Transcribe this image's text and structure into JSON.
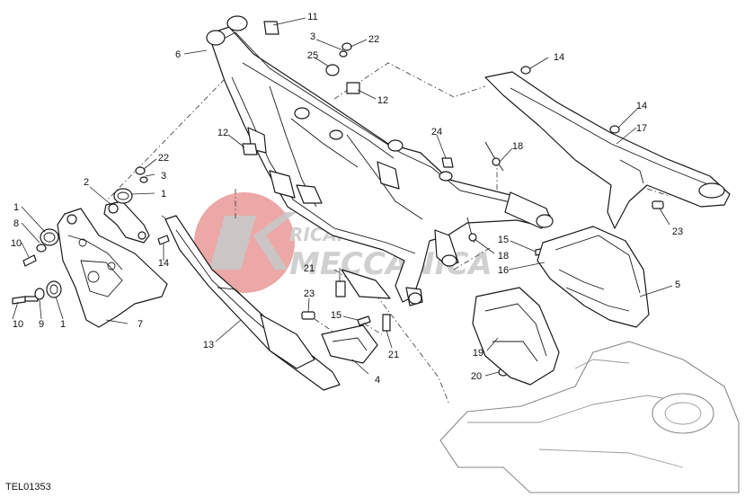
{
  "drawing_code": "TEL01353",
  "watermark": {
    "line1": "RICAMBI",
    "line2": "MECCANICA",
    "circle_color": "#e07070",
    "text_color": "#bdbdbd"
  },
  "callouts": [
    {
      "id": "c1a",
      "text": "1"
    },
    {
      "id": "c1b",
      "text": "1"
    },
    {
      "id": "c1c",
      "text": "1"
    },
    {
      "id": "c2",
      "text": "2"
    },
    {
      "id": "c3a",
      "text": "3"
    },
    {
      "id": "c3b",
      "text": "3"
    },
    {
      "id": "c4",
      "text": "4"
    },
    {
      "id": "c5",
      "text": "5"
    },
    {
      "id": "c6",
      "text": "6"
    },
    {
      "id": "c7",
      "text": "7"
    },
    {
      "id": "c8",
      "text": "8"
    },
    {
      "id": "c9",
      "text": "9"
    },
    {
      "id": "c10a",
      "text": "10"
    },
    {
      "id": "c10b",
      "text": "10"
    },
    {
      "id": "c11",
      "text": "11"
    },
    {
      "id": "c12a",
      "text": "12"
    },
    {
      "id": "c12b",
      "text": "12"
    },
    {
      "id": "c13",
      "text": "13"
    },
    {
      "id": "c14a",
      "text": "14"
    },
    {
      "id": "c14b",
      "text": "14"
    },
    {
      "id": "c14c",
      "text": "14"
    },
    {
      "id": "c15a",
      "text": "15"
    },
    {
      "id": "c15b",
      "text": "15"
    },
    {
      "id": "c16",
      "text": "16"
    },
    {
      "id": "c17",
      "text": "17"
    },
    {
      "id": "c18a",
      "text": "18"
    },
    {
      "id": "c18b",
      "text": "18"
    },
    {
      "id": "c19",
      "text": "19"
    },
    {
      "id": "c20",
      "text": "20"
    },
    {
      "id": "c21a",
      "text": "21"
    },
    {
      "id": "c21b",
      "text": "21"
    },
    {
      "id": "c22a",
      "text": "22"
    },
    {
      "id": "c22b",
      "text": "22"
    },
    {
      "id": "c23a",
      "text": "23"
    },
    {
      "id": "c23b",
      "text": "23"
    },
    {
      "id": "c24",
      "text": "24"
    },
    {
      "id": "c25",
      "text": "25"
    }
  ]
}
